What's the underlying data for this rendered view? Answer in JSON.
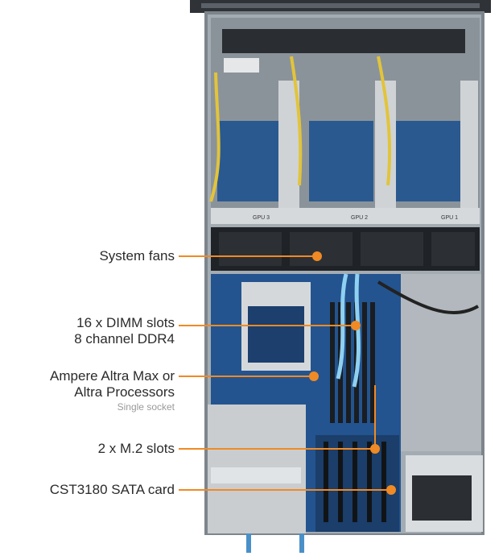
{
  "callouts": [
    {
      "lines": [
        "System fans"
      ],
      "sub": ""
    },
    {
      "lines": [
        "16 x DIMM slots",
        "8 channel DDR4"
      ],
      "sub": ""
    },
    {
      "lines": [
        "Ampere Altra Max or",
        "Altra Processors"
      ],
      "sub": "Single socket"
    },
    {
      "lines": [
        "2 x M.2 slots"
      ],
      "sub": ""
    },
    {
      "lines": [
        "CST3180 SATA card"
      ],
      "sub": ""
    }
  ],
  "gpu_tags": [
    "GPU 3",
    "GPU 2",
    "GPU 1"
  ],
  "colors": {
    "accent": "#f08a24",
    "chassis": "#9aa3aa",
    "chassis_dark": "#3b4046",
    "board": "#1f4d86",
    "riser": "#c8ccd0",
    "dimm_clip": "#7ec6ea"
  }
}
